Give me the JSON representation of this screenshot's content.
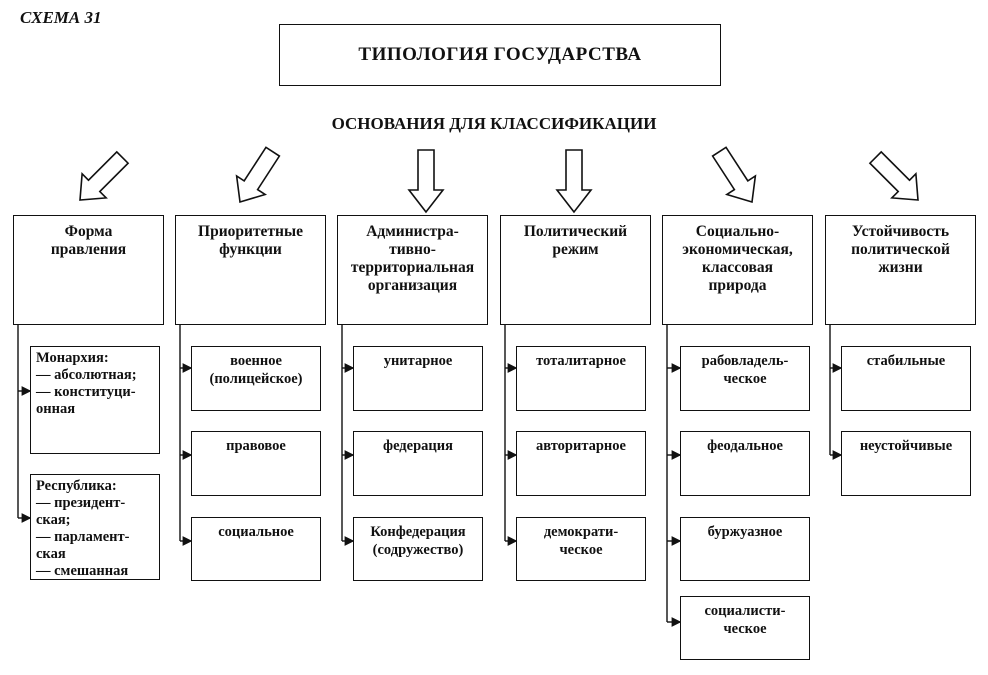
{
  "schema_label": "СХЕМА 31",
  "title": "ТИПОЛОГИЯ ГОСУДАРСТВА",
  "subtitle": "ОСНОВАНИЯ ДЛЯ КЛАССИФИКАЦИИ",
  "columns": [
    {
      "heading": [
        "Форма",
        "правления"
      ],
      "items": [
        [
          "Монархия:",
          "— абсолютная;",
          "— конституци-",
          "онная"
        ],
        [
          "Республика:",
          "— президент-",
          "ская;",
          "— парламент-",
          "ская",
          "— смешанная"
        ]
      ]
    },
    {
      "heading": [
        "Приоритетные",
        "функции"
      ],
      "items": [
        [
          "военное",
          "(полицейское)"
        ],
        [
          "правовое"
        ],
        [
          "социальное"
        ]
      ]
    },
    {
      "heading": [
        "Администра-",
        "тивно-",
        "территориальная",
        "организация"
      ],
      "items": [
        [
          "унитарное"
        ],
        [
          "федерация"
        ],
        [
          "Конфедерация",
          "(содружество)"
        ]
      ]
    },
    {
      "heading": [
        "Политический",
        "режим"
      ],
      "items": [
        [
          "тоталитарное"
        ],
        [
          "авторитарное"
        ],
        [
          "демократи-",
          "ческое"
        ]
      ]
    },
    {
      "heading": [
        "Социально-",
        "экономическая,",
        "классовая",
        "природа"
      ],
      "items": [
        [
          "рабовладель-",
          "ческое"
        ],
        [
          "феодальное"
        ],
        [
          "буржуазное"
        ],
        [
          "социалисти-",
          "ческое"
        ]
      ]
    },
    {
      "heading": [
        "Устойчивость",
        "политической",
        "жизни"
      ],
      "items": [
        [
          "стабильные"
        ],
        [
          "неустойчивые"
        ]
      ]
    }
  ]
}
